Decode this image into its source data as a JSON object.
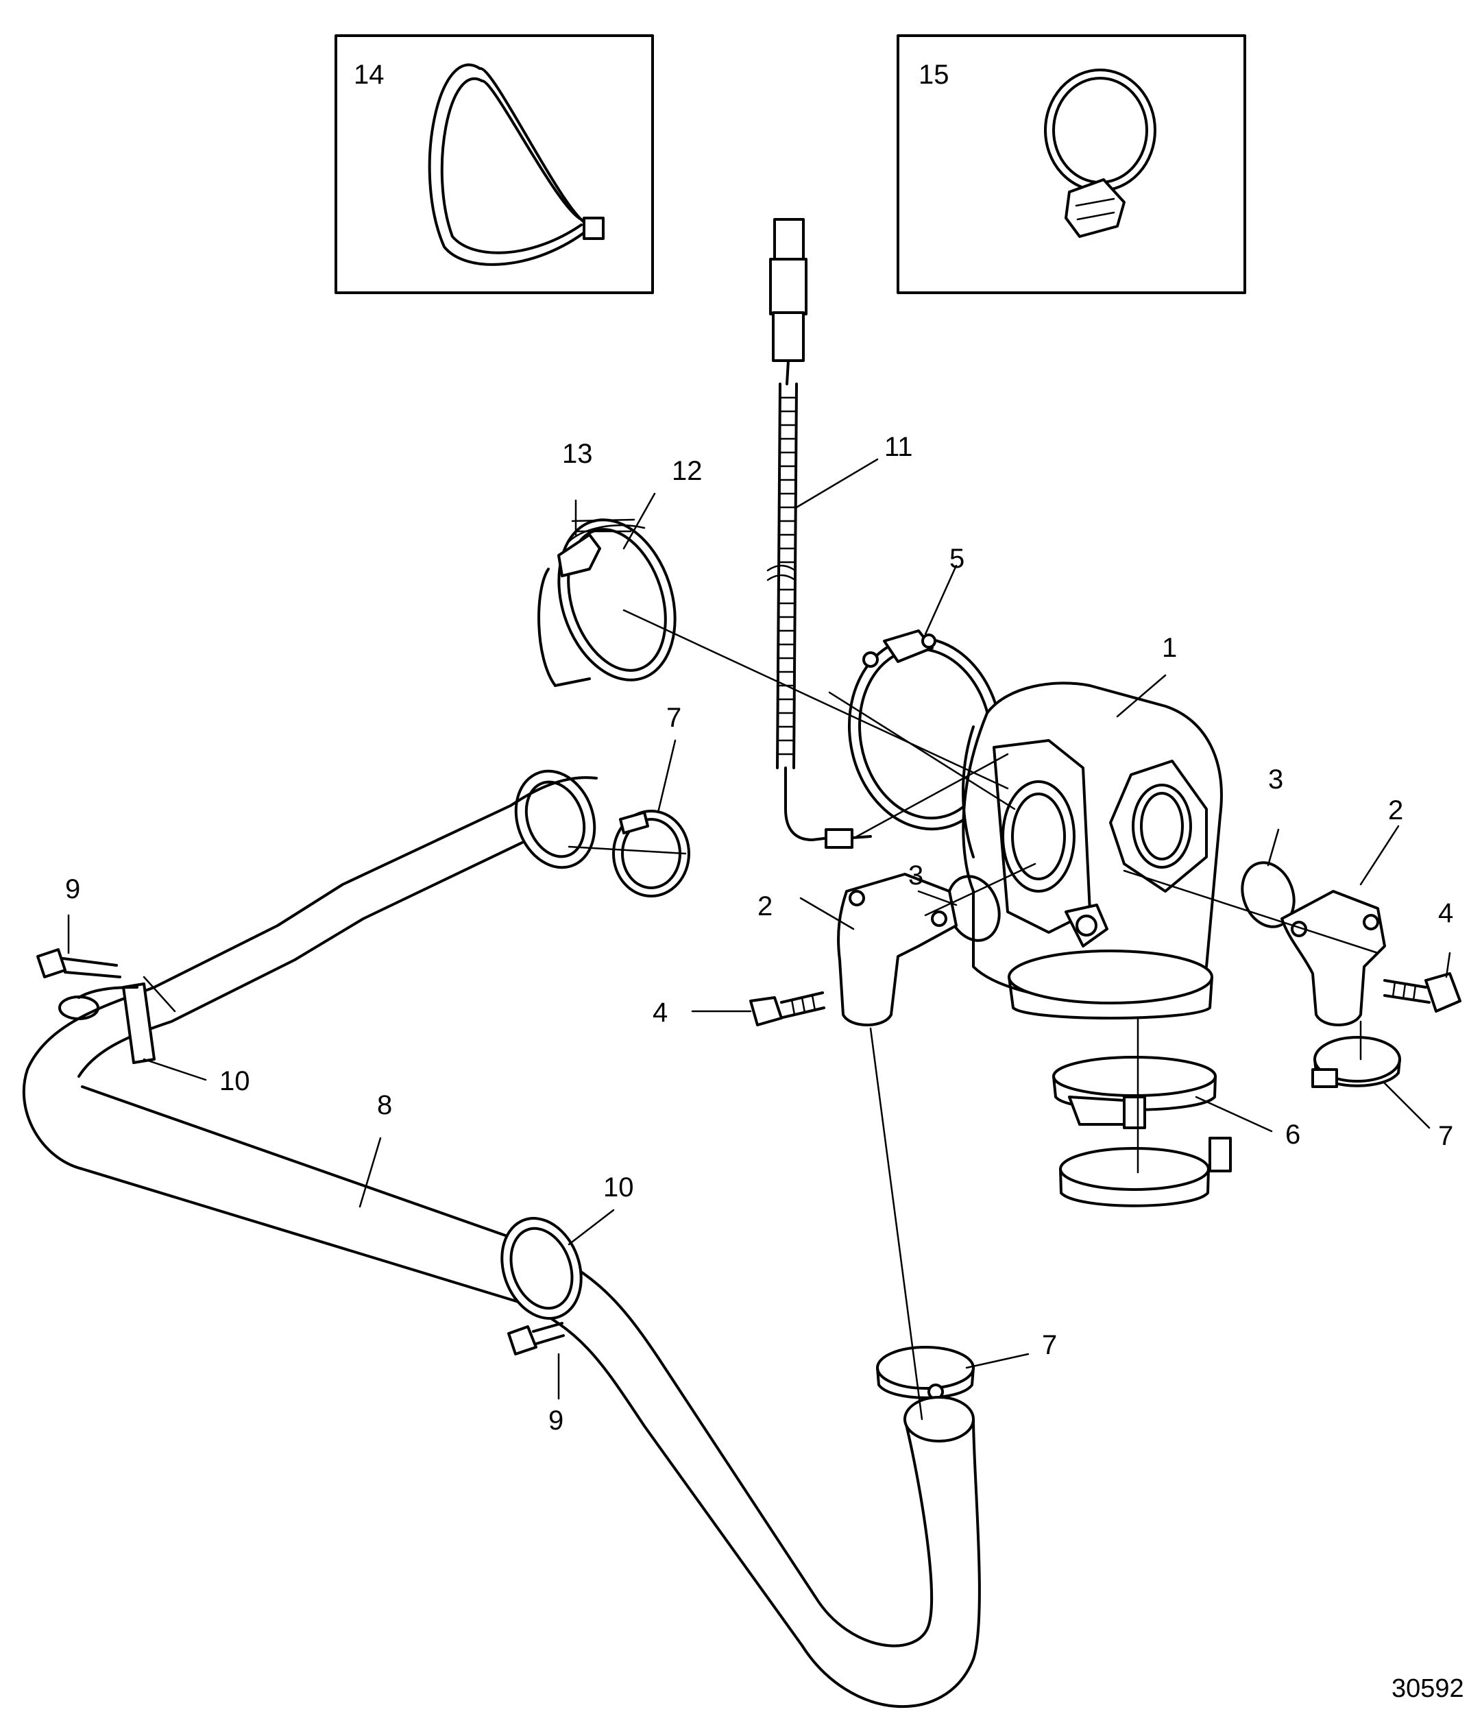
{
  "diagram": {
    "reference_number": "30592",
    "inset_labels": [
      "14",
      "15"
    ],
    "callouts": [
      "1",
      "2",
      "2",
      "3",
      "3",
      "4",
      "4",
      "5",
      "6",
      "7",
      "7",
      "7",
      "8",
      "9",
      "9",
      "10",
      "10",
      "11",
      "12",
      "13"
    ]
  }
}
